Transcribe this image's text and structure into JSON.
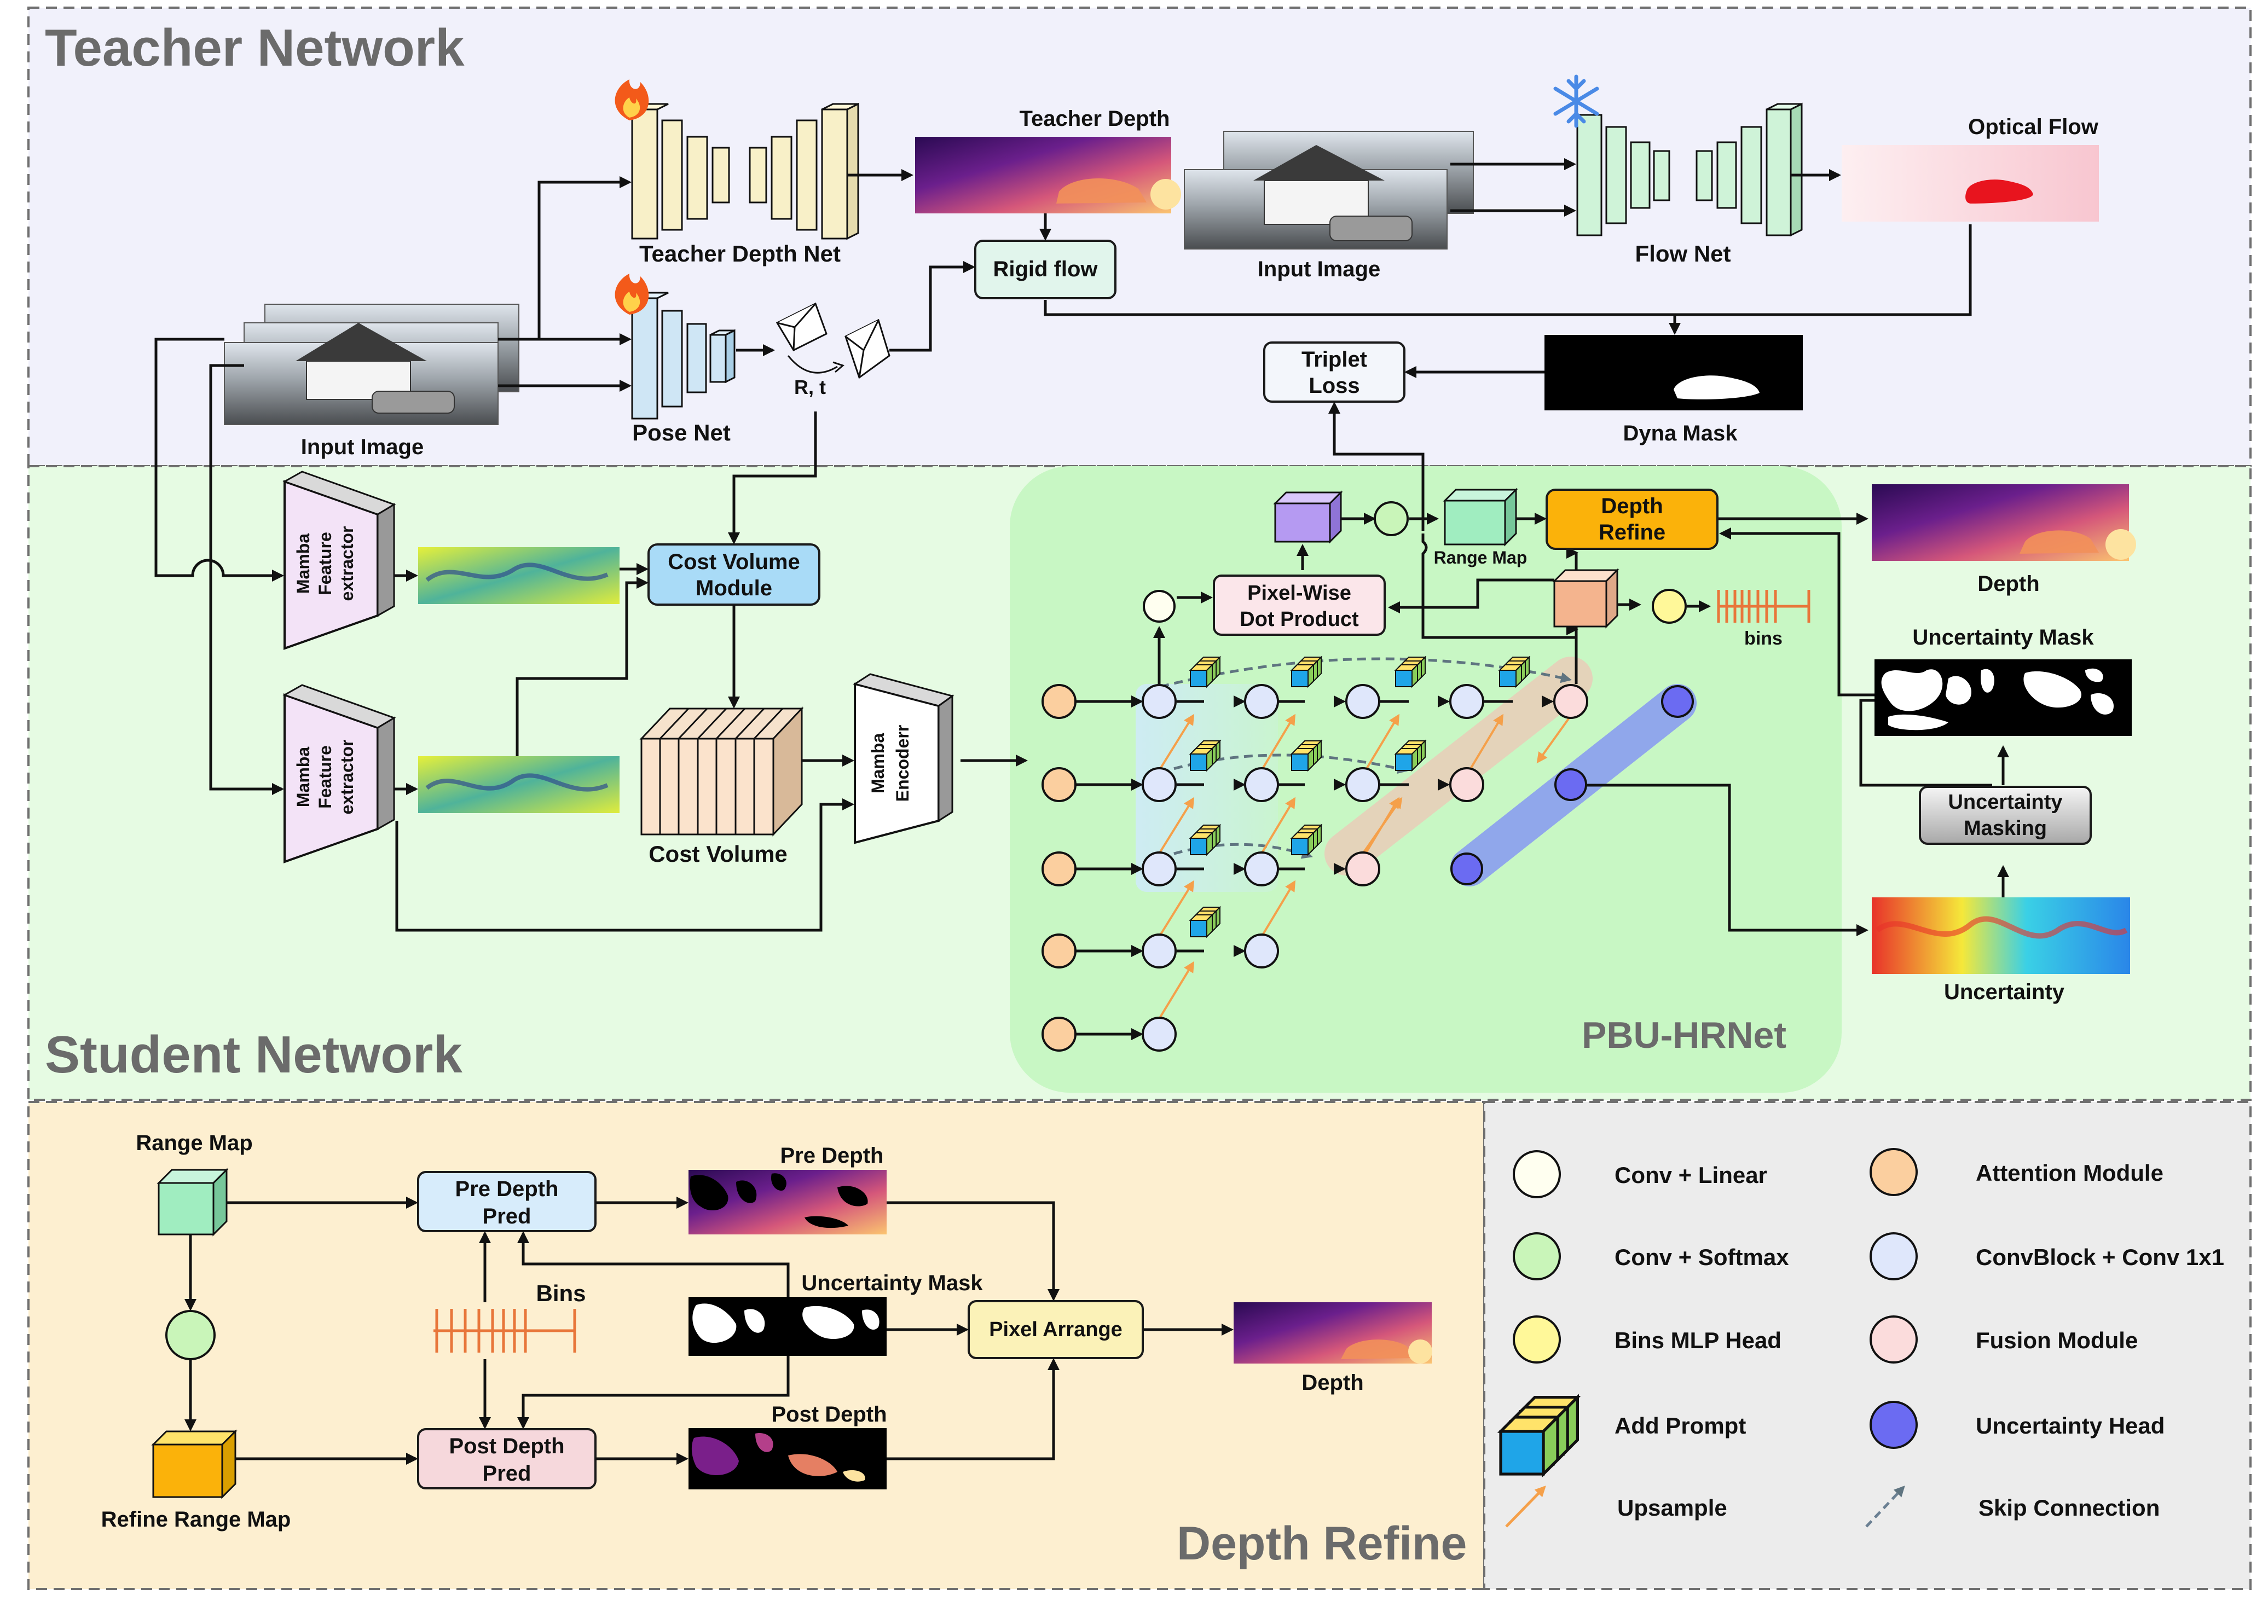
{
  "sections": {
    "teacher": "Teacher Network",
    "student": "Student Network",
    "refine": "Depth Refine",
    "hrnet": "PBU-HRNet"
  },
  "teacher": {
    "teacher_depth_net": "Teacher Depth Net",
    "teacher_depth": "Teacher Depth",
    "pose_net": "Pose Net",
    "rt": "R, t",
    "rigid_flow": "Rigid flow",
    "input_image_left": "Input Image",
    "input_image_mid": "Input Image",
    "flow_net": "Flow Net",
    "optical_flow": "Optical Flow",
    "triplet_loss_1": "Triplet",
    "triplet_loss_2": "Loss",
    "dyna_mask": "Dyna Mask"
  },
  "student": {
    "mamba_fe_1": [
      "Mamba",
      "Feature",
      "extractor"
    ],
    "mamba_fe_2": [
      "Mamba",
      "Feature",
      "extractor"
    ],
    "cost_volume_module_1": "Cost Volume",
    "cost_volume_module_2": "Module",
    "cost_volume": "Cost Volume",
    "mamba_encoder": [
      "Mamba",
      "Encoderr"
    ],
    "pixel_wise_1": "Pixel-Wise",
    "pixel_wise_2": "Dot Product",
    "range_map": "Range Map",
    "depth_refine_1": "Depth",
    "depth_refine_2": "Refine",
    "bins": "bins",
    "depth": "Depth",
    "uncertainty_mask": "Uncertainty Mask",
    "uncertainty_masking_1": "Uncertainty",
    "uncertainty_masking_2": "Masking",
    "uncertainty": "Uncertainty"
  },
  "refine": {
    "range_map": "Range Map",
    "refine_range_map": "Refine Range Map",
    "pre_depth_pred_1": "Pre Depth",
    "pre_depth_pred_2": "Pred",
    "post_depth_pred_1": "Post Depth",
    "post_depth_pred_2": "Pred",
    "bins": "Bins",
    "pre_depth": "Pre Depth",
    "uncertainty_mask": "Uncertainty Mask",
    "post_depth": "Post Depth",
    "pixel_arrange": "Pixel Arrange",
    "depth": "Depth"
  },
  "legend": [
    {
      "label": "Conv + Linear",
      "color": "#fffff0"
    },
    {
      "label": "Attention Module",
      "color": "#fbcf9f"
    },
    {
      "label": "Conv + Softmax",
      "color": "#c9f5b9"
    },
    {
      "label": "ConvBlock + Conv 1x1",
      "color": "#dfe7fb"
    },
    {
      "label": "Bins MLP Head",
      "color": "#fff899"
    },
    {
      "label": "Fusion Module",
      "color": "#fbdcdc"
    },
    {
      "label": "Add Prompt",
      "color": "#1fa5e8"
    },
    {
      "label": "Uncertainty Head",
      "color": "#6b6bf2"
    },
    {
      "label": "Upsample",
      "color": "#f5a04a"
    },
    {
      "label": "Skip Connection",
      "color": "#6b8093"
    }
  ],
  "colors": {
    "teacher_bg": "#f1f1fb",
    "student_bg": "#e6fbe3",
    "refine_bg": "#fdefd0",
    "legend_bg": "#ececec",
    "hrnet_bg": "#c8f7c4"
  }
}
